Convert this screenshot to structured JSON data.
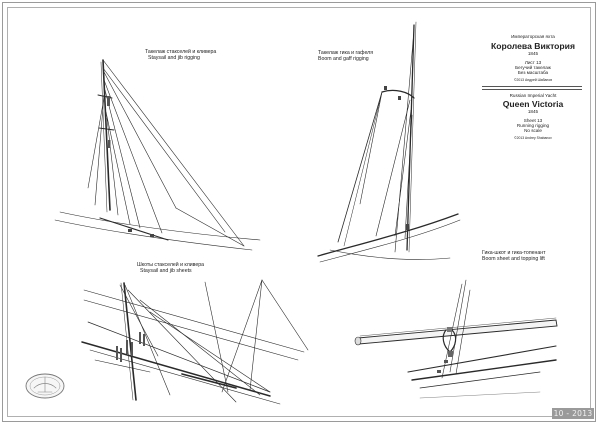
{
  "captions": {
    "staysail_ru": "Такелаж стакселей и кливера",
    "staysail_en": "Staysail and jib rigging",
    "boom_gaff_ru": "Такелаж гика и гафеля",
    "boom_gaff_en": "Boom and gaff rigging",
    "sheets_ru": "Шкоты стакселей и кливера",
    "sheets_en": "Staysail and jib sheets",
    "boom_sheet_ru": "Гика-шкот и гика-топенант",
    "boom_sheet_en": "Boom sheet and topping lift"
  },
  "title_block": {
    "ru_subtitle": "Императорская яхта",
    "ru_title": "Королева Виктория",
    "ru_year": "1845",
    "ru_sheet": "Лист 13",
    "ru_desc": "Бегучий такелаж",
    "ru_scale": "Без масштаба",
    "ru_credit": "©2013 Андрей Шабанов",
    "en_subtitle": "Russian Imperial Yacht",
    "en_title": "Queen Victoria",
    "en_year": "1845",
    "en_sheet": "Sheet 13",
    "en_desc": "Running rigging",
    "en_scale": "No scale",
    "en_credit": "©2013 Andrey Shabanov"
  },
  "watermark": "10 - 2013"
}
